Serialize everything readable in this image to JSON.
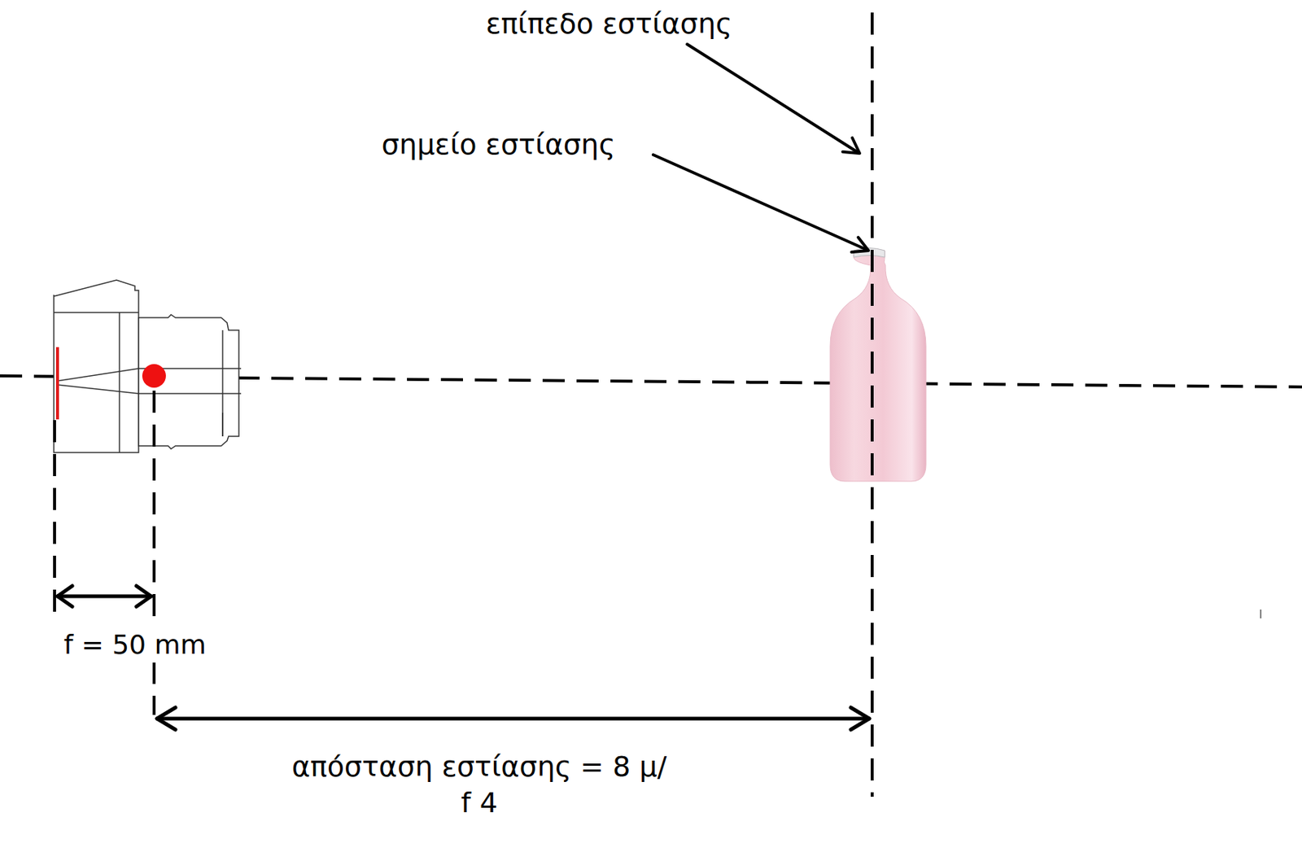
{
  "diagram": {
    "labels": [
      "επίπεδο εστίασης",
      "σημείο εστίασης",
      "f = 50 mm",
      "απόσταση εστίασης = 8 μ/ f 4"
    ]
  }
}
